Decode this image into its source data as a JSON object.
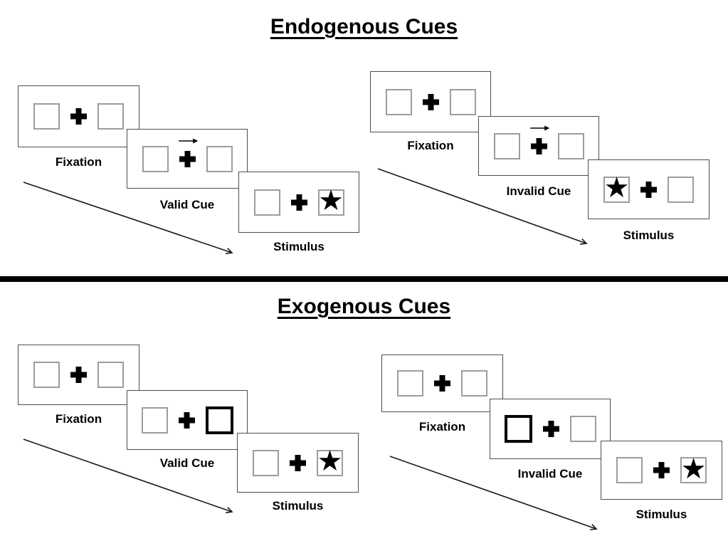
{
  "diagram": "Posner cueing task: endogenous vs exogenous attention cues",
  "icons": {
    "star": "★",
    "fixation_cross": "plus-cross",
    "cue_arrow_direction": "right"
  },
  "colors": {
    "background": "#ffffff",
    "panel_border": "#4d4d4d",
    "square_border": "#9d9d9d",
    "cue_highlight_border": "#000000",
    "text": "#000000",
    "divider": "#000000"
  },
  "sections": [
    {
      "title": "Endogenous Cues",
      "groups": [
        {
          "name": "valid-trial",
          "panels": [
            {
              "label": "Fixation",
              "kind": "fixation"
            },
            {
              "label": "Valid Cue",
              "kind": "central-arrow-cue",
              "arrow_direction": "right"
            },
            {
              "label": "Stimulus",
              "kind": "stimulus",
              "star_side": "right"
            }
          ]
        },
        {
          "name": "invalid-trial",
          "panels": [
            {
              "label": "Fixation",
              "kind": "fixation"
            },
            {
              "label": "Invalid Cue",
              "kind": "central-arrow-cue",
              "arrow_direction": "right"
            },
            {
              "label": "Stimulus",
              "kind": "stimulus",
              "star_side": "left"
            }
          ]
        }
      ]
    },
    {
      "title": "Exogenous Cues",
      "groups": [
        {
          "name": "valid-trial",
          "panels": [
            {
              "label": "Fixation",
              "kind": "fixation"
            },
            {
              "label": "Valid Cue",
              "kind": "peripheral-box-cue",
              "highlight_side": "right"
            },
            {
              "label": "Stimulus",
              "kind": "stimulus",
              "star_side": "right"
            }
          ]
        },
        {
          "name": "invalid-trial",
          "panels": [
            {
              "label": "Fixation",
              "kind": "fixation"
            },
            {
              "label": "Invalid Cue",
              "kind": "peripheral-box-cue",
              "highlight_side": "left"
            },
            {
              "label": "Stimulus",
              "kind": "stimulus",
              "star_side": "right"
            }
          ]
        }
      ]
    }
  ]
}
